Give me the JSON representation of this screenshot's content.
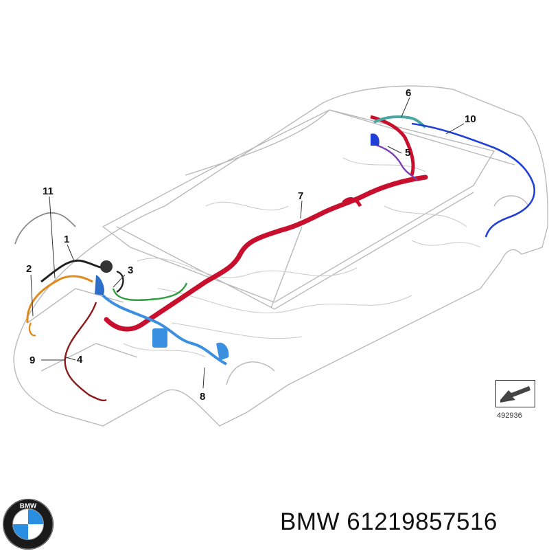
{
  "callouts": {
    "c1": "1",
    "c2": "2",
    "c3": "3",
    "c4": "4",
    "c5": "5",
    "c6": "6",
    "c7": "7",
    "c8": "8",
    "c9": "9",
    "c10": "10",
    "c11": "11"
  },
  "reference_number": "492936",
  "footer": {
    "brand": "BMW",
    "part_number": "61219857516"
  },
  "logo_text": "BMW",
  "colors": {
    "outline": "#b8b8b8",
    "red_harness": "#c8102e",
    "blue_harness": "#1f3fd6",
    "light_blue": "#3a8fe0",
    "green": "#2e9e3e",
    "teal": "#4aa6a0",
    "orange": "#e08a1e",
    "black": "#222222",
    "purple": "#7a3fb0"
  }
}
